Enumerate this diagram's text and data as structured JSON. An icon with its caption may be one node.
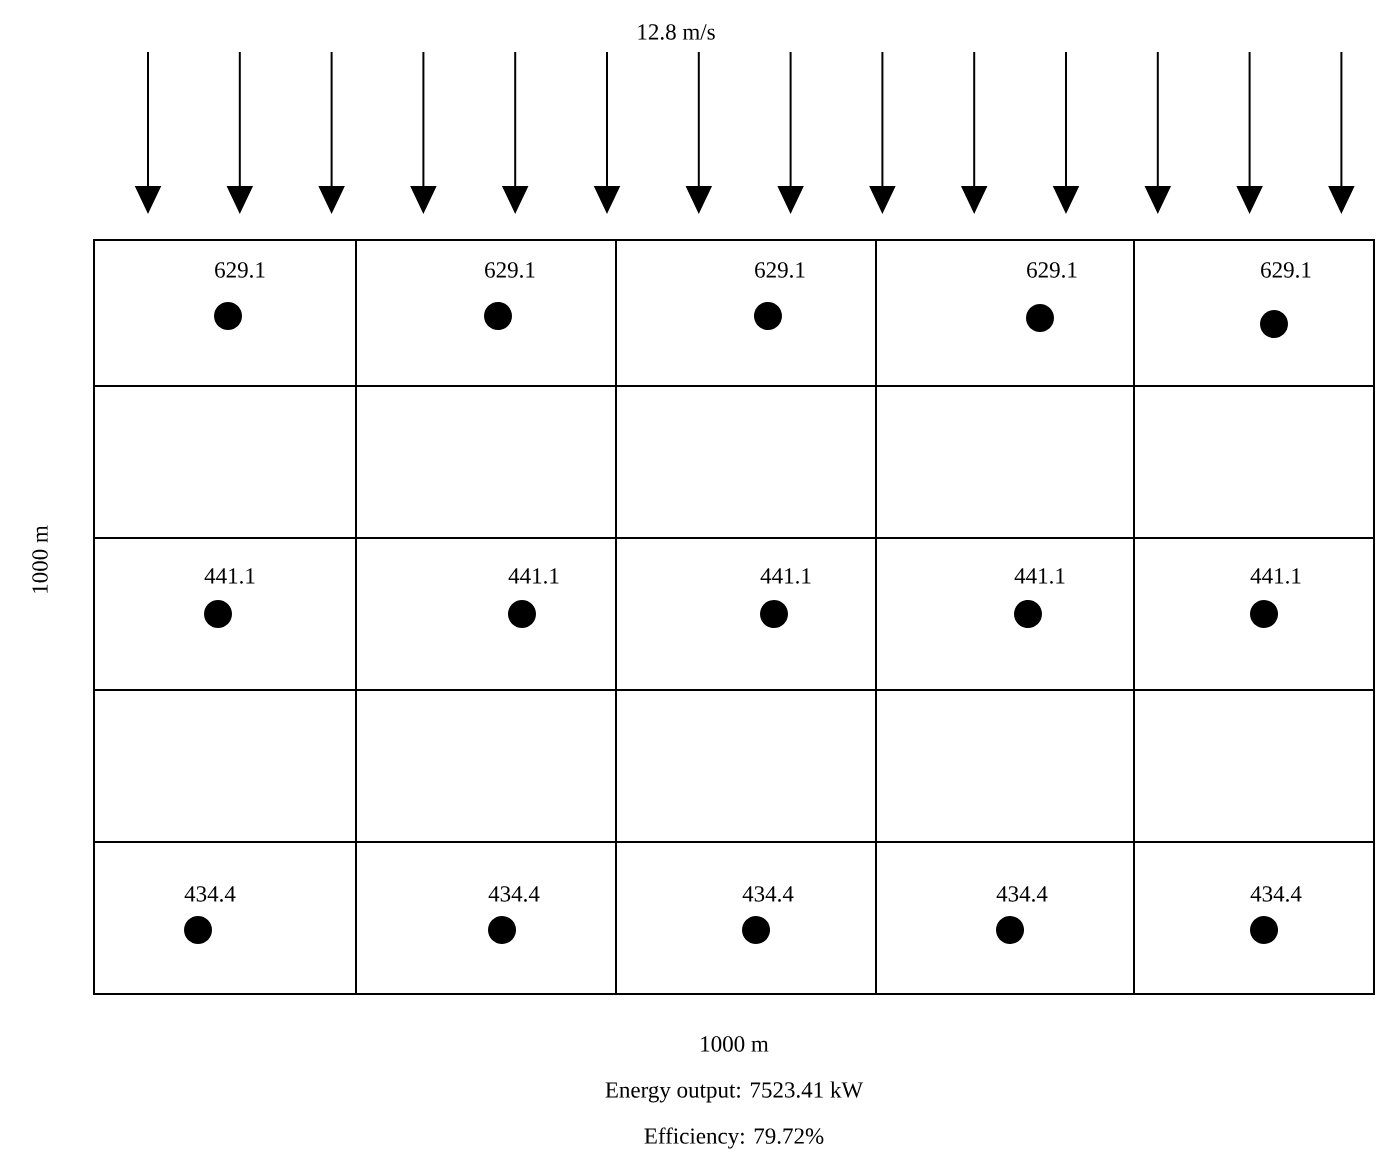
{
  "diagram": {
    "labels": [
      "12.8 m/s",
      "629.1",
      "629.1",
      "629.1",
      "629.1",
      "629.1",
      "1000 m",
      "441.1",
      "441.1",
      "441.1",
      "441.1",
      "441.1",
      "434.4",
      "434.4",
      "434.4",
      "434.4",
      "434.4",
      "1000 m",
      "Energy output: 7523.41 kW",
      "Efficiency: 79.72%"
    ]
  }
}
